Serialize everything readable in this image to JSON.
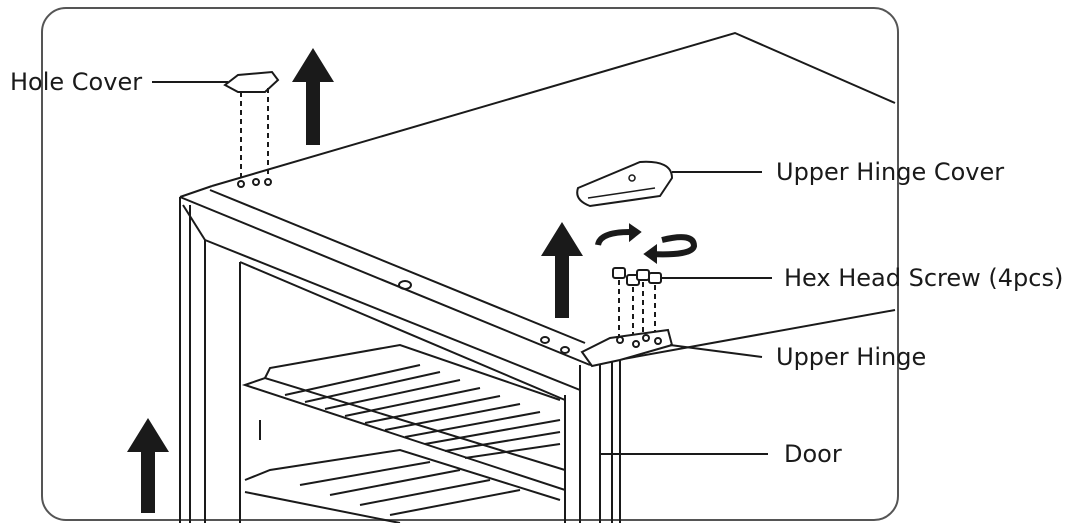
{
  "labels": {
    "hole_cover": "Hole Cover",
    "upper_hinge_cover": "Upper Hinge Cover",
    "hex_head_screw": "Hex Head Screw (4pcs)",
    "upper_hinge": "Upper Hinge",
    "door": "Door"
  },
  "colors": {
    "line": "#1a1a1a",
    "background": "#ffffff",
    "frame": "#555555"
  }
}
